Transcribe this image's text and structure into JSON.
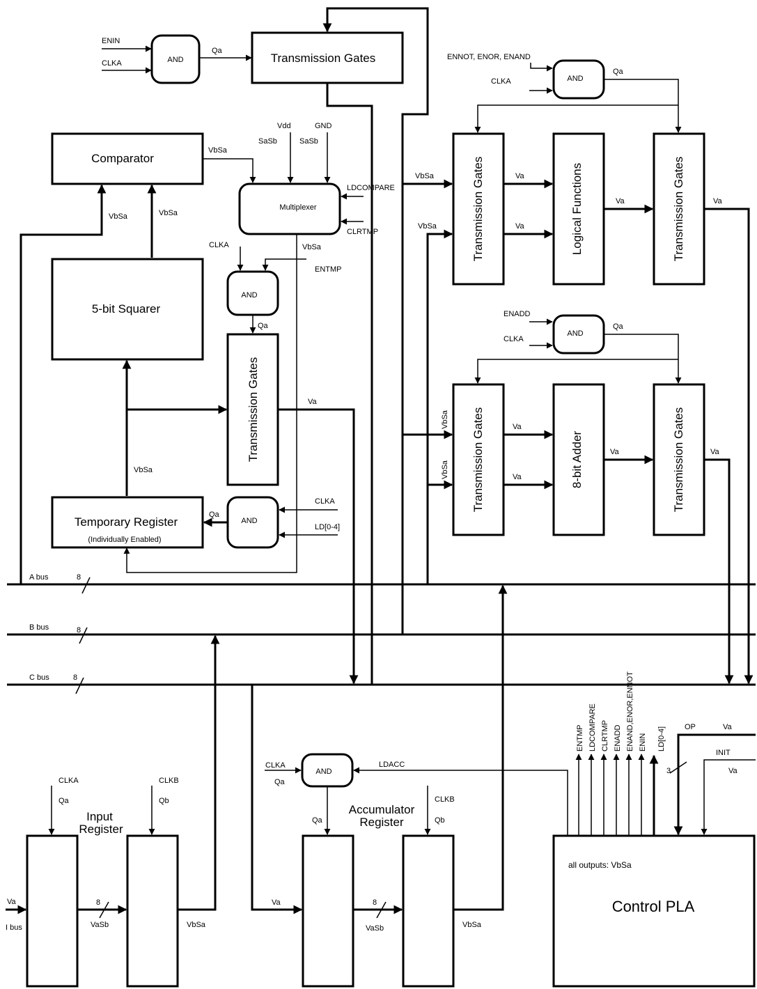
{
  "blocks": {
    "tg_top": "Transmission Gates",
    "comparator": "Comparator",
    "multiplexer": "Multiplexer",
    "squarer": "5-bit Squarer",
    "tg_squarer": "Transmission Gates",
    "temp_register": "Temporary Register",
    "temp_register_sub": "(Individually Enabled)",
    "tg_logic_in": "Transmission Gates",
    "logical_functions": "Logical Functions",
    "tg_logic_out": "Transmission Gates",
    "tg_adder_in": "Transmission Gates",
    "adder": "8-bit Adder",
    "tg_adder_out": "Transmission Gates",
    "input_register": "Input Register",
    "accumulator_register": "Accumulator Register",
    "control_pla": "Control PLA",
    "pla_note": "all outputs: VbSa",
    "and": "AND"
  },
  "buses": {
    "a": "A bus",
    "b": "B bus",
    "c": "C bus",
    "width": "8"
  },
  "signals": {
    "enin": "ENIN",
    "clka": "CLKA",
    "clkb": "CLKB",
    "qa": "Qa",
    "qb": "Qb",
    "vbsa": "VbSa",
    "va": "Va",
    "vasb": "VaSb",
    "vdd": "Vdd",
    "gnd": "GND",
    "sasb": "SaSb",
    "ldcompare": "LDCOMPARE",
    "clrtmp": "CLRTMP",
    "entmp": "ENTMP",
    "ld04": "LD[0-4]",
    "ennot_enor_enand": "ENNOT, ENOR, ENAND",
    "enadd": "ENADD",
    "ldacc": "LDACC",
    "ibus": "I bus",
    "eight": "8",
    "three": "3",
    "op": "OP",
    "init": "INIT"
  },
  "pla_outputs": [
    "ENTMP",
    "LDCOMPARE",
    "CLRTMP",
    "ENADD",
    "ENAND,ENOR,ENNOT",
    "ENIN",
    "LD[0-4]"
  ]
}
